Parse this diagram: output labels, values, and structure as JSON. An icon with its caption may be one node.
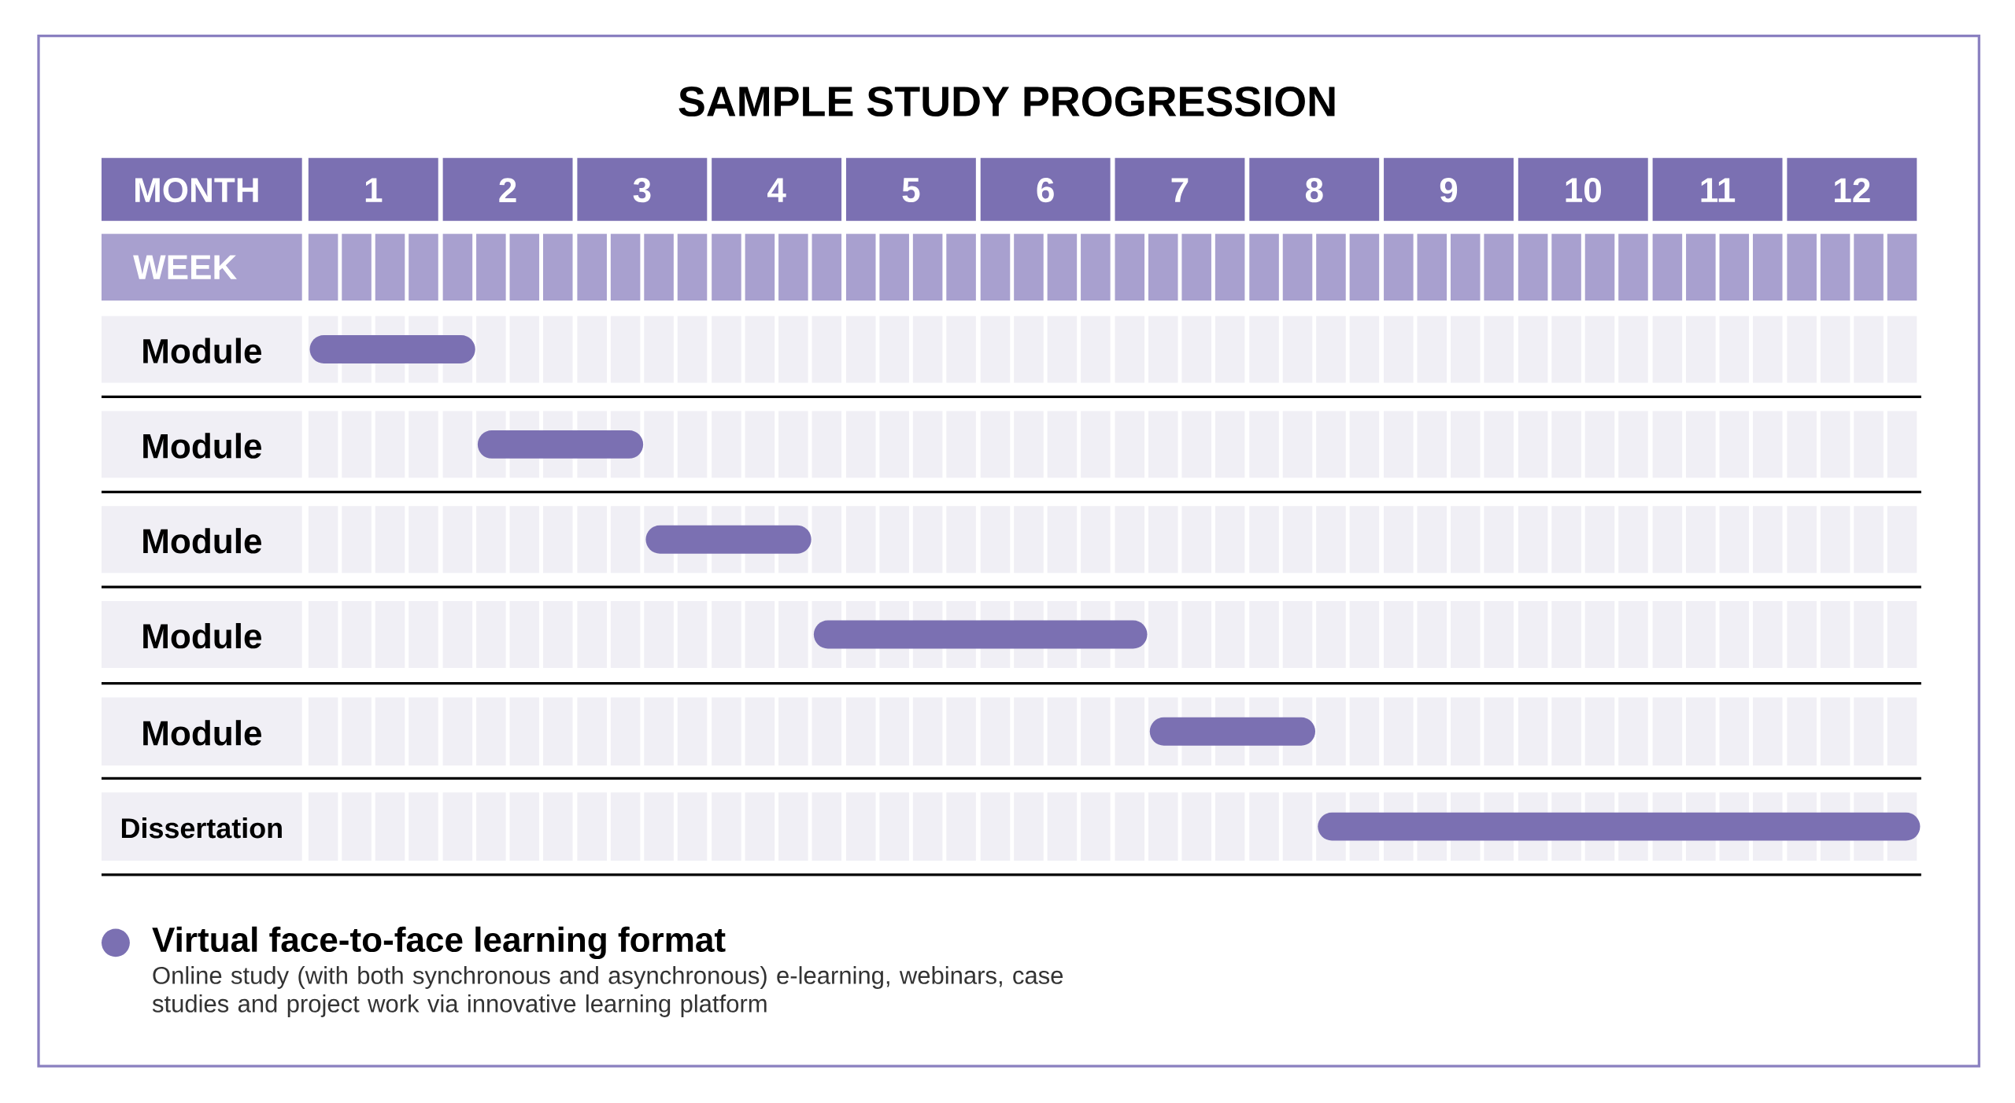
{
  "diagram": {
    "title": "SAMPLE STUDY PROGRESSION",
    "nodes": [
      {
        "text": [],
        "shape": "bar"
      },
      {
        "text": [],
        "shape": "bar"
      },
      {
        "text": [],
        "shape": "bar"
      },
      {
        "text": [],
        "shape": "bar"
      },
      {
        "text": [],
        "shape": "bar"
      },
      {
        "text": [],
        "shape": "bar"
      }
    ],
    "labels": [
      "MONTH",
      "1",
      "2",
      "3",
      "4",
      "5",
      "6",
      "7",
      "8",
      "9",
      "10",
      "11",
      "12",
      "WEEK",
      "Module",
      "Module",
      "Module",
      "Module",
      "Module",
      "Dissertation",
      "Online study (with both synchronous and asynchronous) e-learning, webinars, case studies and project work via innovative learning platform"
    ],
    "legend": [
      {
        "text": "Virtual face-to-face learning format",
        "color": "#7b70b2"
      }
    ]
  }
}
